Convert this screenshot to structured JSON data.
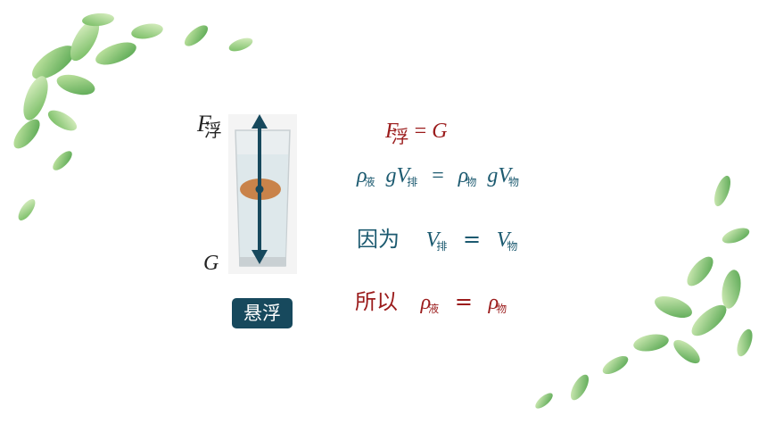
{
  "diagram": {
    "force_up_label": "F",
    "force_up_sub": "浮",
    "force_down_label": "G",
    "state_label": "悬浮"
  },
  "equations": {
    "eq1": {
      "lhs": "F",
      "lhs_sub": "浮",
      "eq": "=",
      "rhs": "G"
    },
    "eq2": {
      "rho": "ρ",
      "rho_sub": "液",
      "g": "g",
      "v": "V",
      "v_sub": "排",
      "eq": "=",
      "rho2": "ρ",
      "rho2_sub": "物",
      "g2": "g",
      "v2": "V",
      "v2_sub": "物"
    },
    "eq3": {
      "prefix": "因为",
      "v": "V",
      "v_sub": "排",
      "eq": "=",
      "v2": "V",
      "v2_sub": "物"
    },
    "eq4": {
      "prefix": "所以",
      "rho": "ρ",
      "rho_sub": "液",
      "eq": "=",
      "rho2": "ρ",
      "rho2_sub": "物"
    }
  },
  "colors": {
    "red": "#9b1c1c",
    "teal": "#1c5a70",
    "badge": "#17495d",
    "leaf": "#7cc25a"
  }
}
